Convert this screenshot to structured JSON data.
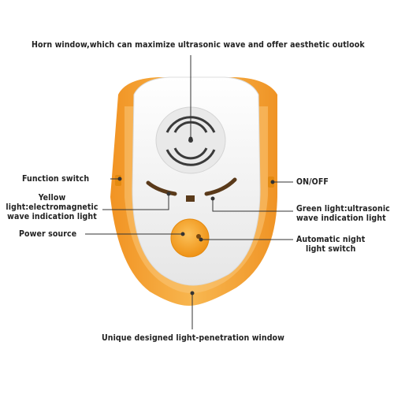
{
  "labels": {
    "horn_window": "Horn window,which can maximize ultrasonic wave and offer aesthetic outlook",
    "function_switch": "Function switch",
    "on_off": "ON/OFF",
    "yellow_light_1": "Yellow",
    "yellow_light_2": "light:electromagnetic",
    "yellow_light_3": "wave indication light",
    "green_light_1": "Green light:ultrasonic",
    "green_light_2": "wave indication light",
    "power_source": "Power source",
    "night_switch_1": "Automatic night",
    "night_switch_2": "light switch",
    "penetration_window": "Unique designed light-penetration window"
  },
  "colors": {
    "shell_orange": "#f29a1a",
    "shell_orange_light": "#f8c46a",
    "body_white": "#f4f4f4",
    "speaker_dark": "#3a3a3a",
    "indicator_brown": "#5a3a1a",
    "button_orange": "#f7a021",
    "leader_line": "#333333"
  }
}
